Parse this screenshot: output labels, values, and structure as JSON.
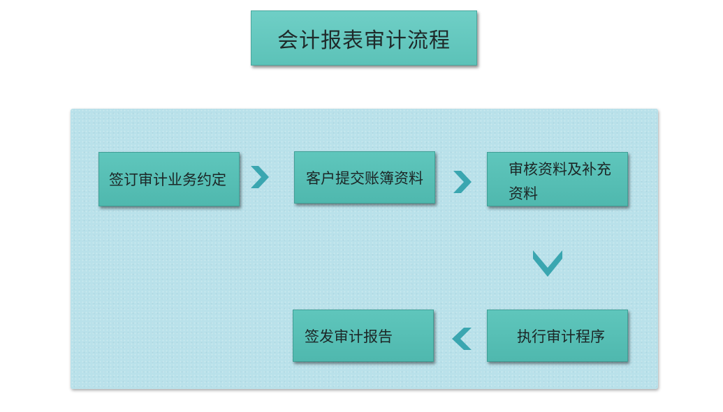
{
  "title": "会计报表审计流程",
  "steps": [
    {
      "label": "签订审计业务约定"
    },
    {
      "label": "客户提交账簿资料"
    },
    {
      "label": "审核资料及补充资料"
    },
    {
      "label": "执行审计程序"
    },
    {
      "label": "签发审计报告"
    }
  ],
  "colors": {
    "box": "#55bdb3",
    "panel": "#b9e1ea",
    "arrow": "#3aa6b0"
  },
  "icons": {
    "right": "chevron-right-icon",
    "down": "chevron-down-icon",
    "left": "chevron-left-icon"
  }
}
